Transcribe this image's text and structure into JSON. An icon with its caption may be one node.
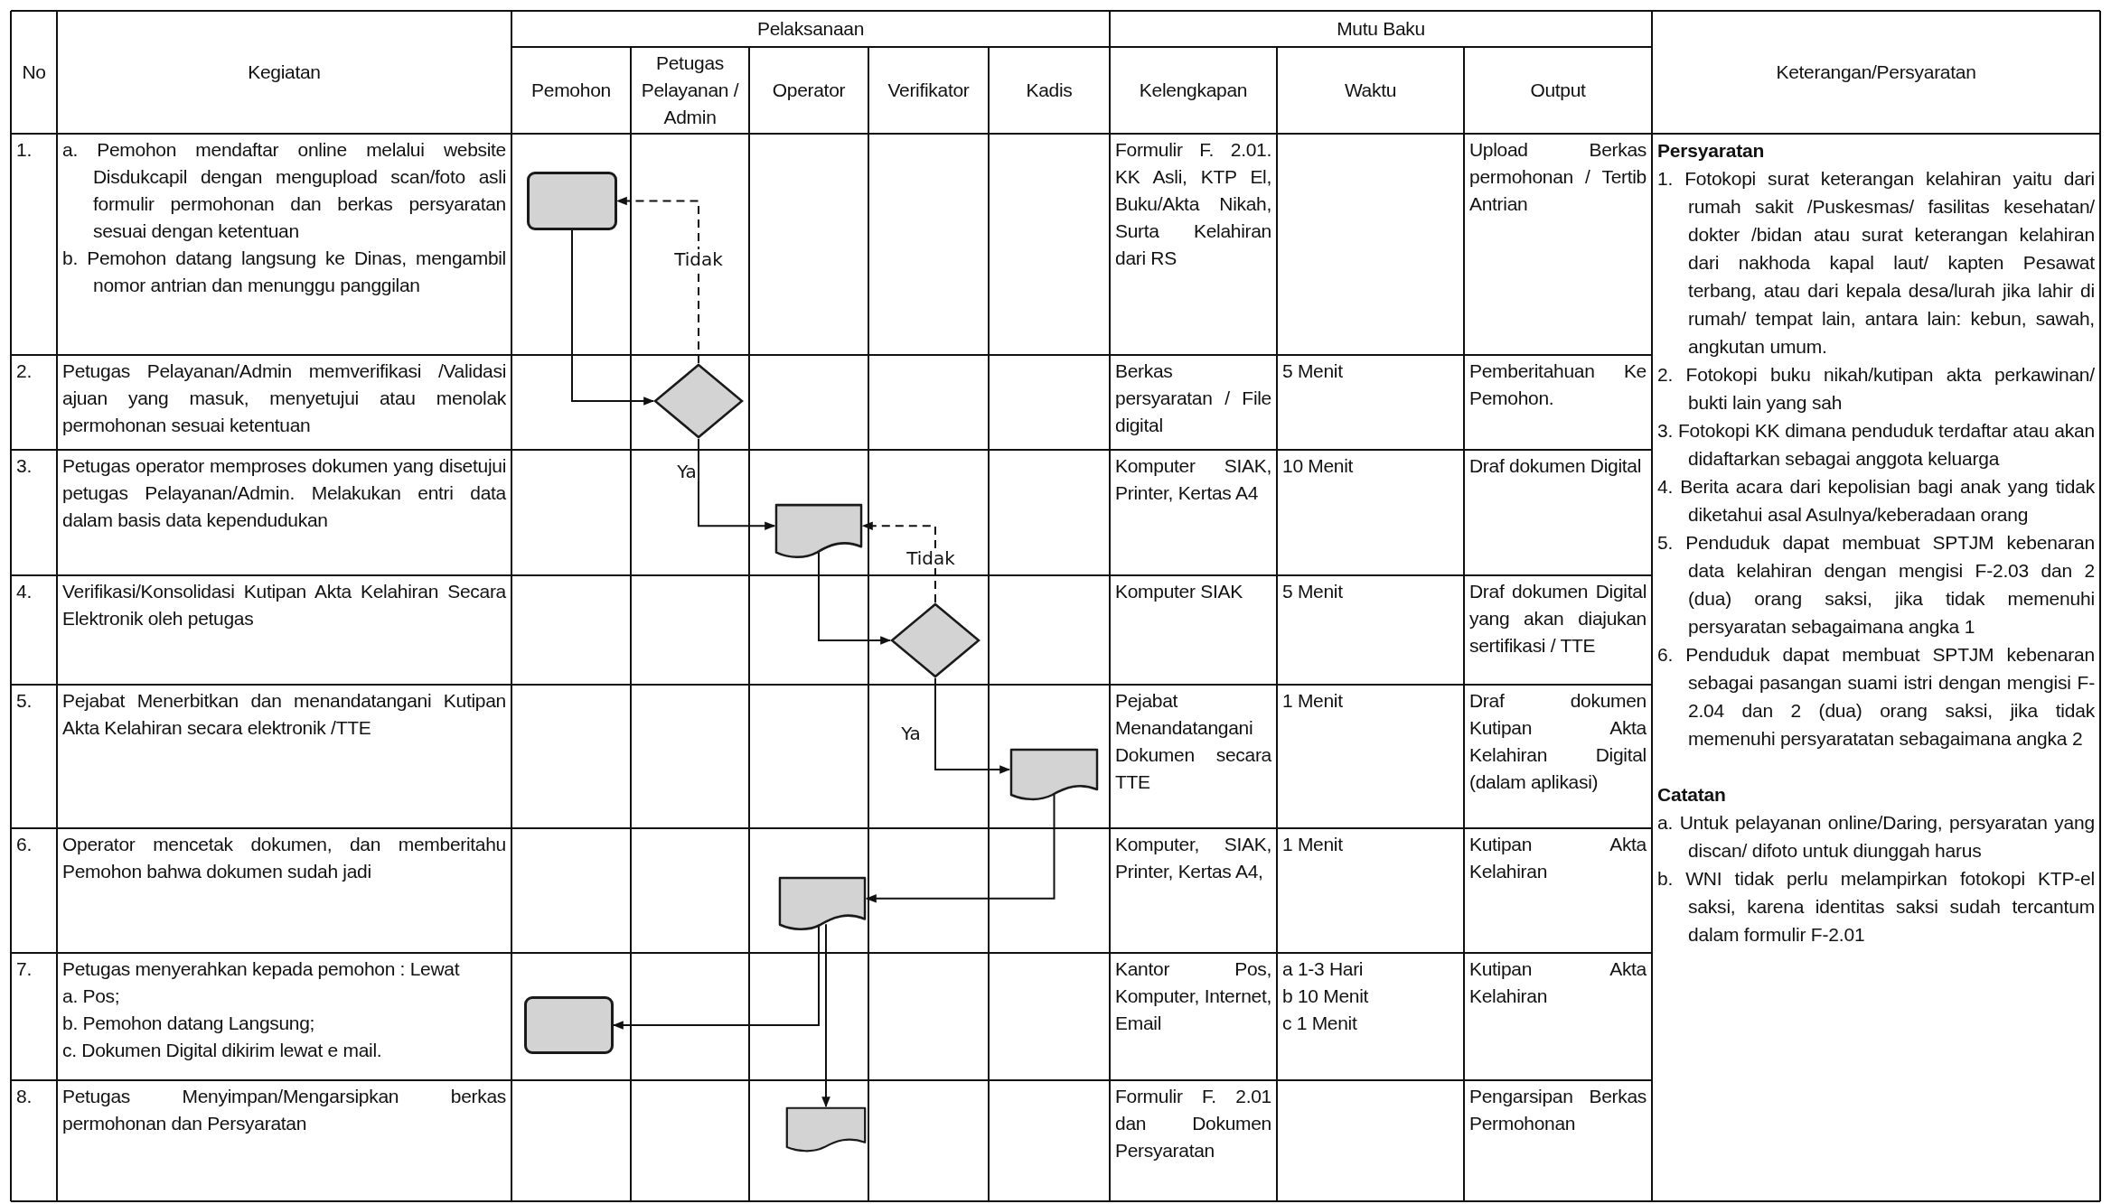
{
  "diagram": {
    "nodes": [
      {
        "text": [],
        "shape": "box"
      },
      {
        "text": [],
        "shape": "diamond"
      },
      {
        "text": [],
        "shape": "document"
      },
      {
        "text": [],
        "shape": "diamond"
      },
      {
        "text": [],
        "shape": "document"
      },
      {
        "text": [],
        "shape": "document"
      },
      {
        "text": [],
        "shape": "box"
      },
      {
        "text": [],
        "shape": "document"
      }
    ],
    "edges": [
      {
        "from": 0,
        "to": 1,
        "arrow": "to"
      },
      {
        "from": 1,
        "to": 0,
        "arrow": "to",
        "label": "Tidak",
        "style": "dashed"
      },
      {
        "from": 1,
        "to": 2,
        "arrow": "to",
        "label": "Ya"
      },
      {
        "from": 2,
        "to": 3,
        "arrow": "to"
      },
      {
        "from": 3,
        "to": 2,
        "arrow": "to",
        "label": "Tidak",
        "style": "dashed"
      },
      {
        "from": 3,
        "to": 4,
        "arrow": "to",
        "label": "Ya"
      },
      {
        "from": 4,
        "to": 5,
        "arrow": "to"
      },
      {
        "from": 5,
        "to": 6,
        "arrow": "to"
      },
      {
        "from": 5,
        "to": 7,
        "arrow": "to"
      }
    ],
    "labels": [
      "No",
      "Kegiatan",
      "Pelaksanaan",
      "Mutu Baku",
      "Keterangan/Persyaratan",
      "Pemohon",
      "Petugas Pelayanan / Admin",
      "Operator",
      "Verifikator",
      "Kadis",
      "Kelengkapan",
      "Waktu",
      "Output",
      "1.",
      "a. Pemohon mendaftar online melalui website Disdukcapil dengan mengupload scan/foto asli formulir permohonan dan berkas persyaratan sesuai dengan ketentuan",
      "b. Pemohon datang langsung ke Dinas, mengambil nomor antrian dan menunggu panggilan",
      "Formulir F. 2.01. KK Asli, KTP El, Buku/Akta Nikah, Surta Kelahiran dari RS",
      "Upload Berkas permohonan / Tertib Antrian",
      "Persyaratan",
      "1. Fotokopi surat keterangan kelahiran yaitu dari rumah sakit /Puskesmas/ fasilitas kesehatan/ dokter /bidan atau surat keterangan kelahiran dari nakhoda kapal laut/ kapten Pesawat terbang, atau dari kepala desa/lurah jika lahir di rumah/ tempat lain, antara lain: kebun, sawah, angkutan umum.",
      "2. Fotokopi buku nikah/kutipan akta perkawinan/ bukti lain yang sah",
      "3. Fotokopi KK dimana penduduk terdaftar atau akan didaftarkan sebagai anggota keluarga",
      "4. Berita acara dari kepolisian bagi anak yang tidak diketahui asal Asulnya/keberadaan orang",
      "5. Penduduk dapat membuat SPTJM kebenaran data kelahiran dengan mengisi F-2.03 dan 2 (dua) orang saksi, jika tidak memenuhi persyaratan sebagaimana angka 1",
      "6. Penduduk dapat membuat SPTJM kebenaran sebagai pasangan suami istri dengan mengisi F-2.04 dan 2 (dua) orang saksi, jika tidak memenuhi persyaratatan sebagaimana angka 2",
      "Catatan",
      "a. Untuk pelayanan online/Daring, persyaratan yang discan/ difoto untuk diunggah harus",
      "b. WNI tidak perlu melampirkan fotokopi KTP-el saksi, karena identitas saksi sudah tercantum dalam formulir F-2.01",
      "2.",
      "Petugas Pelayanan/Admin memverifikasi /Validasi ajuan yang masuk, menyetujui atau menolak permohonan sesuai ketentuan",
      "Berkas persyaratan / File digital",
      "5 Menit",
      "Pemberitahuan Ke Pemohon.",
      "3.",
      "Petugas operator memproses dokumen yang disetujui petugas Pelayanan/Admin. Melakukan entri data dalam basis data kependudukan",
      "Komputer SIAK, Printer, Kertas A4",
      "10 Menit",
      "Draf dokumen Digital",
      "4.",
      "Verifikasi/Konsolidasi Kutipan Akta Kelahiran Secara Elektronik oleh petugas",
      "Komputer SIAK",
      "5 Menit",
      "Draf dokumen Digital yang akan diajukan sertifikasi / TTE",
      "5.",
      "Pejabat Menerbitkan dan menandatangani Kutipan Akta Kelahiran secara elektronik /TTE",
      "Pejabat Menandatangani Dokumen secara TTE",
      "1 Menit",
      "Draf dokumen Kutipan Akta Kelahiran Digital (dalam aplikasi)",
      "6.",
      "Operator mencetak dokumen, dan memberitahu Pemohon bahwa dokumen sudah jadi",
      "Komputer, SIAK, Printer, Kertas A4,",
      "1 Menit",
      "Kutipan Akta Kelahiran",
      "7.",
      "Petugas menyerahkan kepada pemohon : Lewat",
      "a. Pos;",
      "b. Pemohon datang Langsung;",
      "c. Dokumen Digital dikirim lewat e mail.",
      "Kantor Pos, Komputer, Internet, Email",
      "a 1-3 Hari",
      "b 10 Menit",
      "c 1 Menit",
      "Kutipan Akta Kelahiran",
      "8.",
      "Petugas Menyimpan/Mengarsipkan berkas permohonan dan Persyaratan",
      "Formulir F. 2.01 dan Dokumen Persyaratan",
      "Pengarsipan Berkas Permohonan"
    ]
  }
}
